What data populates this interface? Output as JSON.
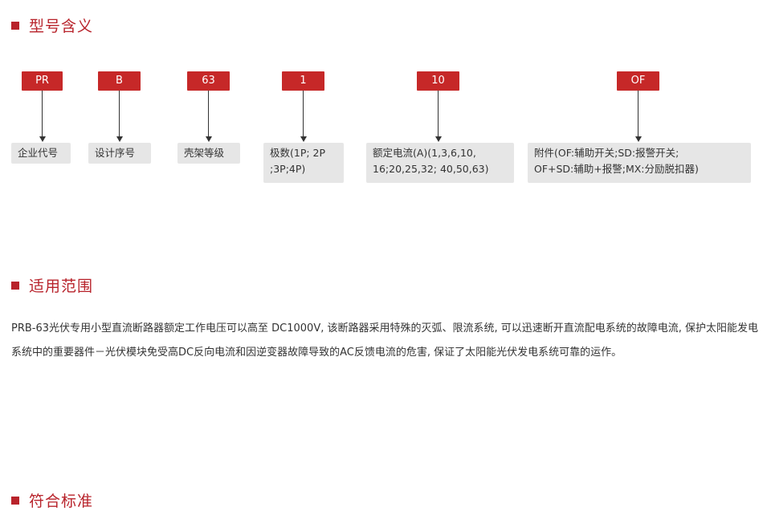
{
  "sections": {
    "model_meaning": "型号含义",
    "scope": "适用范围",
    "standard": "符合标准"
  },
  "model_codes": [
    {
      "code": "PR",
      "description": "企业代号"
    },
    {
      "code": "B",
      "description": "设计序号"
    },
    {
      "code": "63",
      "description": "壳架等级"
    },
    {
      "code": "1",
      "description": "极数(1P; 2P\n;3P;4P)"
    },
    {
      "code": "10",
      "description": "额定电流(A)(1,3,6,10,\n16;20,25,32; 40,50,63)"
    },
    {
      "code": "OF",
      "description": "附件(OF:辅助开关;SD:报警开关;\nOF+SD:辅助+报警;MX:分励脱扣器)"
    }
  ],
  "scope_text": "PRB-63光伏专用小型直流断路器额定工作电压可以高至 DC1000V, 该断路器采用特殊的灭弧、限流系统, 可以迅速断开直流配电系统的故障电流, 保护太阳能发电系统中的重要器件－光伏模块免受高DC反向电流和因逆变器故障导致的AC反馈电流的危害, 保证了太阳能光伏发电系统可靠的运作。",
  "colors": {
    "accent": "#b8232b",
    "code_box": "#c62828",
    "desc_box": "#e6e6e6",
    "text": "#333333"
  }
}
